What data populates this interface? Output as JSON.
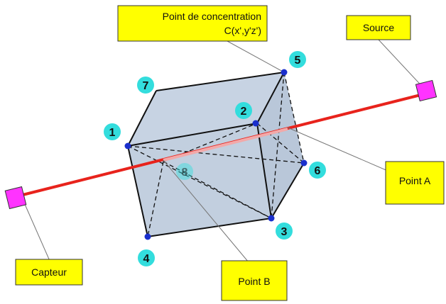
{
  "diagram": {
    "labels": {
      "source": "Source",
      "capteur": "Capteur",
      "point_a": "Point A",
      "point_b": "Point B",
      "concentration_line1": "Point de concentration",
      "concentration_line2": "C(x',y'z')"
    },
    "vertices": {
      "v1": "1",
      "v2": "2",
      "v3": "3",
      "v4": "4",
      "v5": "5",
      "v6": "6",
      "v7": "7",
      "v8": "8"
    },
    "colors": {
      "beam": "#e8231c",
      "label_box": "#ffff00",
      "source_sensor": "#ff33ff",
      "vertex_badge": "#33dddd",
      "vertex_dot": "#1a2fcc",
      "cube_face": "#c7d3e3"
    }
  }
}
